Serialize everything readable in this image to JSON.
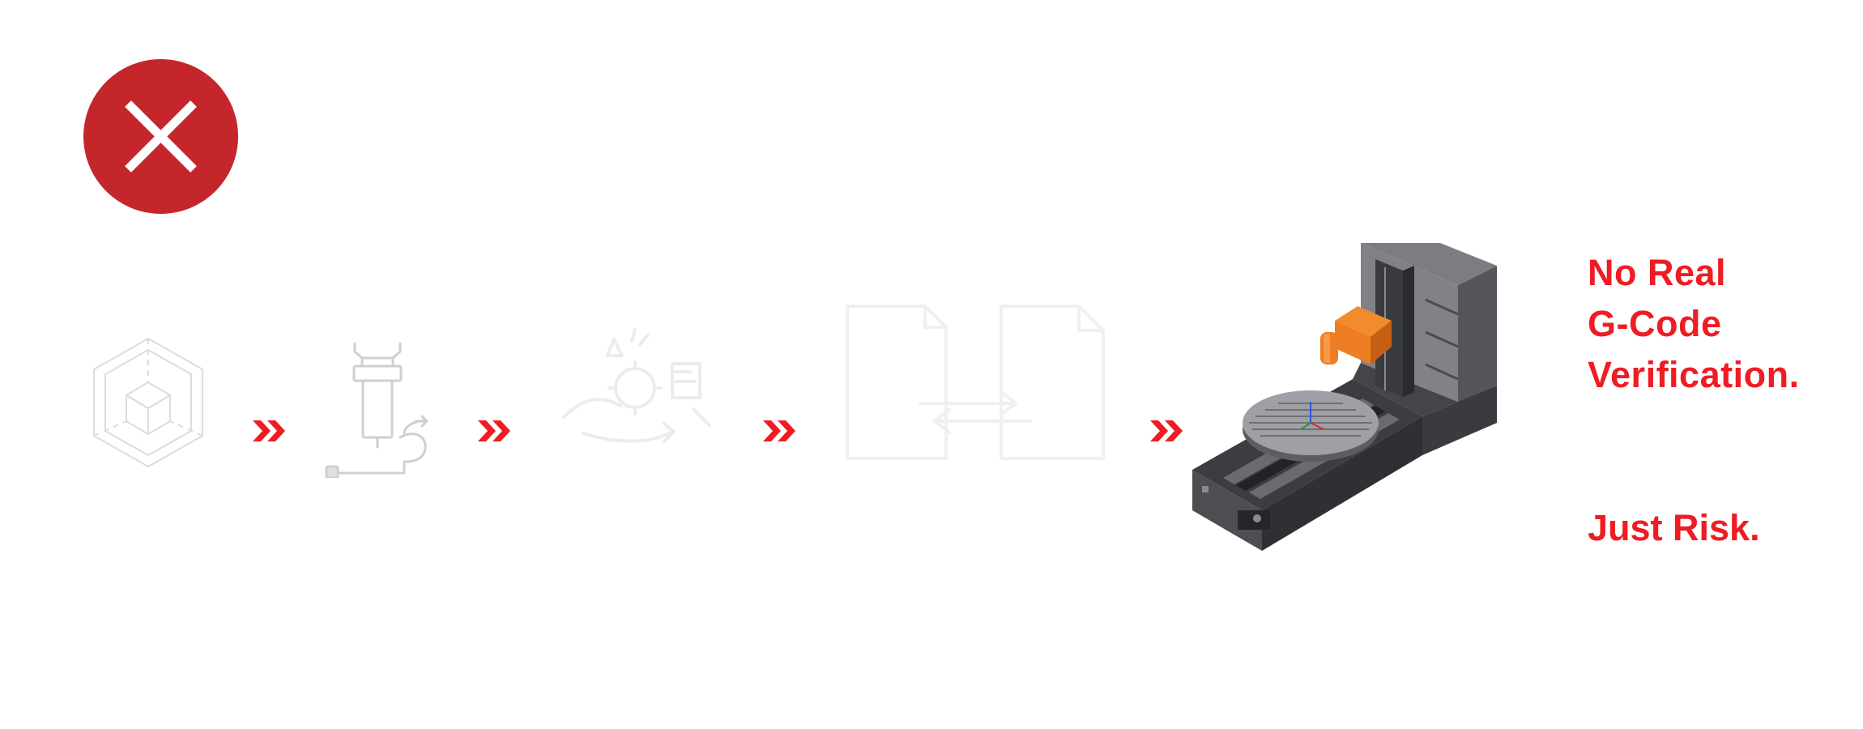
{
  "colors": {
    "accent_red": "#ef1c23",
    "badge_red": "#c5262b",
    "faded_icon": "#d4d4d4",
    "machine_dark": "#4a4b4e",
    "machine_orange": "#ef7d22"
  },
  "status": {
    "icon": "close-icon"
  },
  "workflow": {
    "steps": [
      {
        "icon": "cad-model-icon"
      },
      {
        "icon": "toolpath-icon"
      },
      {
        "icon": "post-processor-icon"
      },
      {
        "icon": "file-transfer-icon"
      }
    ],
    "arrow_icon": "double-chevron-right-icon",
    "machine_icon": "cnc-machine-icon"
  },
  "message": {
    "headline_lines": [
      "No Real",
      "G-Code",
      "Verification."
    ],
    "tagline": "Just Risk."
  }
}
